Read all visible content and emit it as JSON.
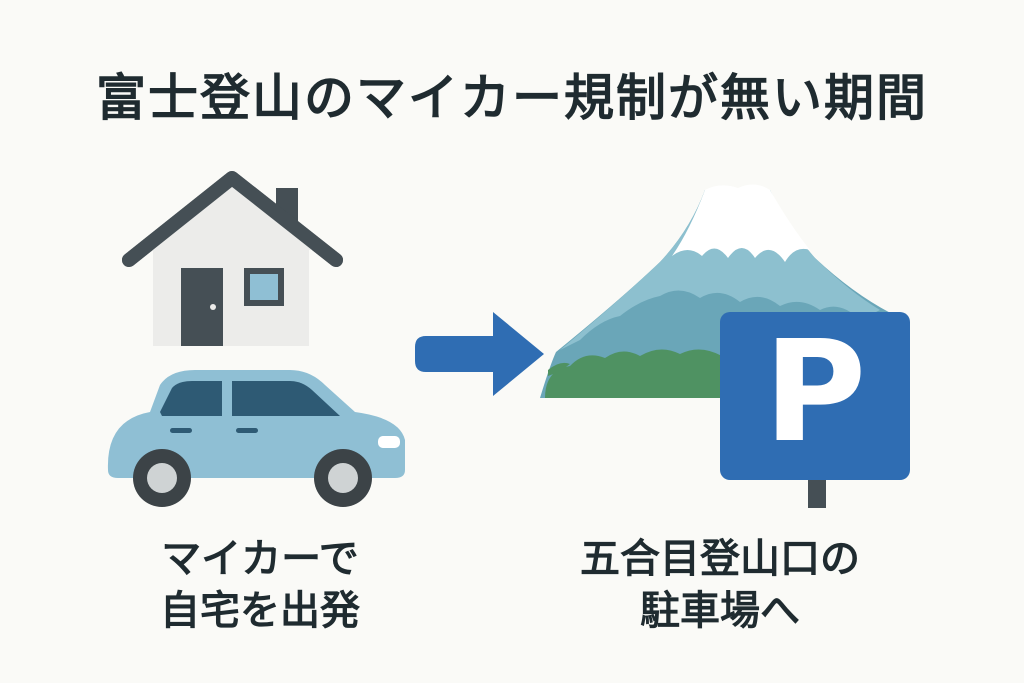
{
  "title": "富士登山のマイカー規制が無い期間",
  "left_caption": {
    "line1": "マイカーで",
    "line2": "自宅を出発"
  },
  "right_caption": {
    "line1": "五合目登山口の",
    "line2": "駐車場へ"
  },
  "parking_sign": {
    "letter": "P"
  },
  "icons": [
    "house-icon",
    "car-icon",
    "arrow-right-icon",
    "mount-fuji-icon",
    "parking-sign-icon"
  ],
  "colors": {
    "text": "#1f2b30",
    "arrow": "#2f6db3",
    "sign": "#2f6db3",
    "car": "#8fbfd4",
    "house_wall": "#ececea",
    "house_roof": "#454f55",
    "mountain": "#6aa6b8",
    "forest": "#4f9262"
  }
}
